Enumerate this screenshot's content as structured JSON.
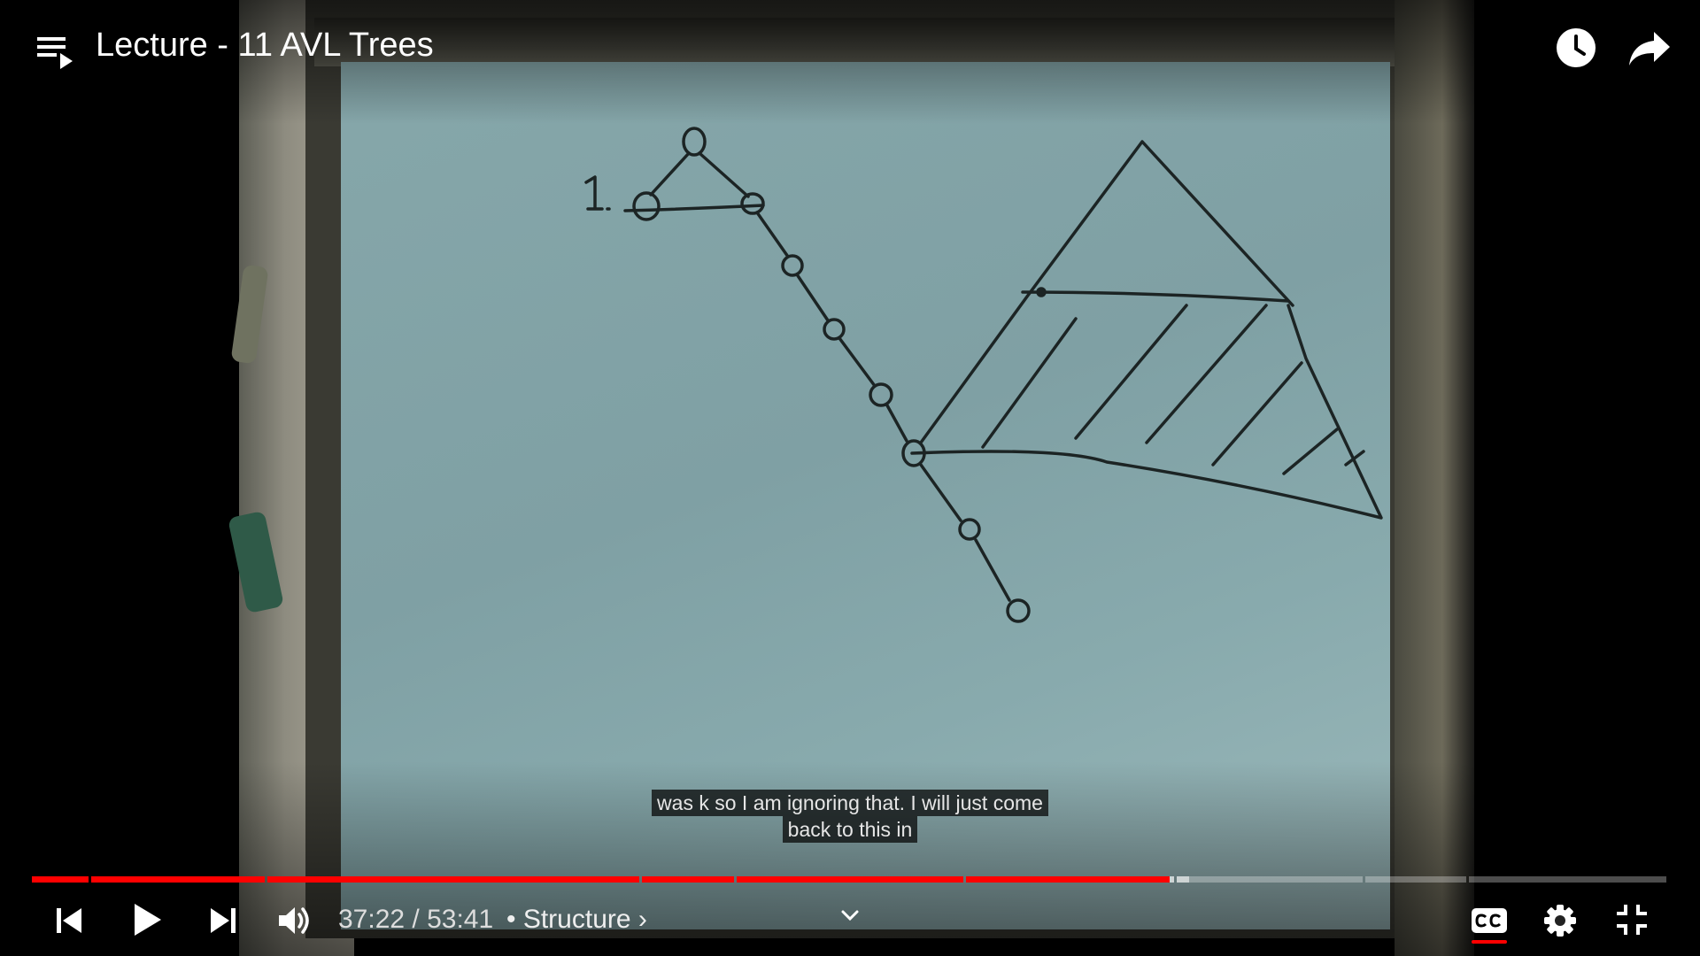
{
  "video": {
    "title": "Lecture - 11 AVL Trees"
  },
  "captions": {
    "line1": "was k so I am ignoring that. I will just come",
    "line2": "back to this in"
  },
  "player": {
    "time_display": "37:22 / 53:41",
    "chapter_label": "• Structure ›",
    "progress_fraction": 0.696,
    "buffered_fraction": 0.708,
    "accent_color": "#ff0000"
  },
  "icons": {
    "top_left": "playlist-icon",
    "top_right": [
      "watch-later-clock-icon",
      "share-arrow-icon"
    ],
    "controls_left": [
      "previous-icon",
      "play-icon",
      "next-icon",
      "volume-icon"
    ],
    "controls_right": [
      "closed-captions-icon",
      "settings-gear-icon",
      "exit-fullscreen-icon"
    ]
  },
  "whiteboard": {
    "handwritten_label": "1."
  }
}
